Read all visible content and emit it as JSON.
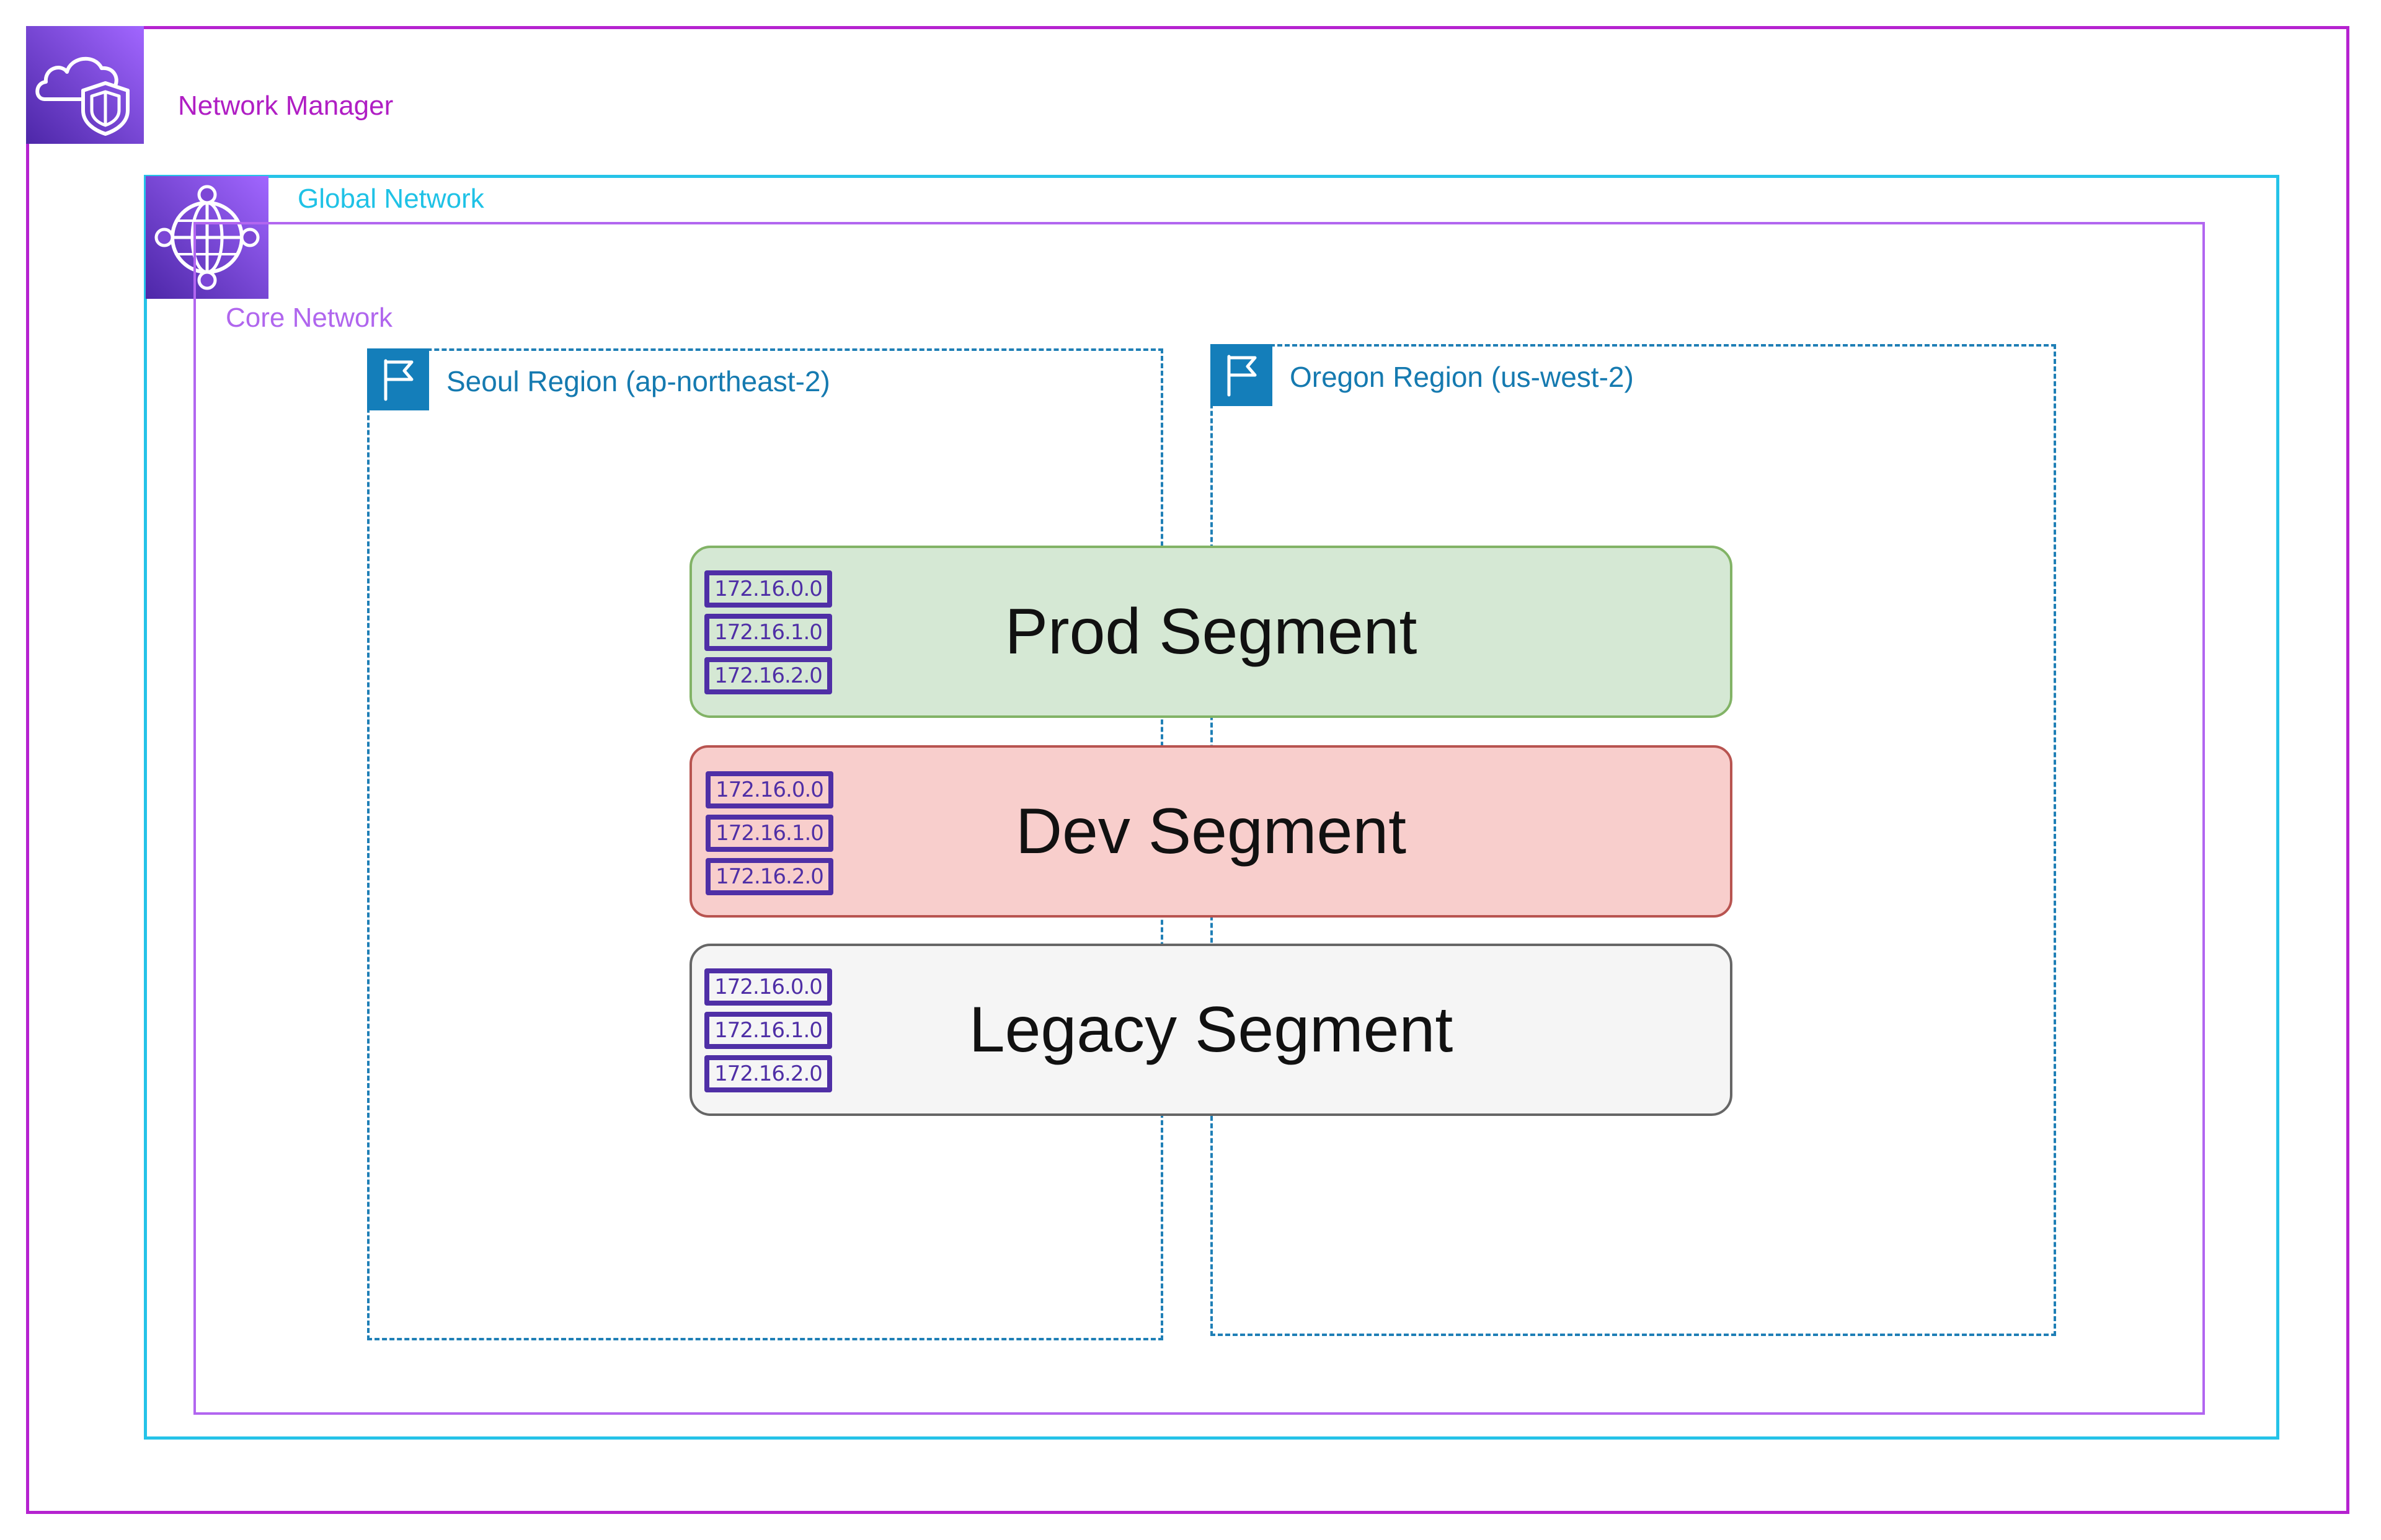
{
  "network_manager": {
    "label": "Network Manager",
    "icon": "cloud-shield-icon",
    "color": "#b522d0"
  },
  "global_network": {
    "label": "Global Network",
    "icon": "globe-network-icon",
    "color": "#25c3e8"
  },
  "core_network": {
    "label": "Core Network",
    "color": "#b266f0"
  },
  "regions": [
    {
      "label": "Seoul Region (ap-northeast-2)",
      "icon": "region-flag-icon"
    },
    {
      "label": "Oregon Region (us-west-2)",
      "icon": "region-flag-icon"
    }
  ],
  "segments": [
    {
      "title": "Prod Segment",
      "fill": "#d5e8d4",
      "stroke": "#82b366",
      "subnets": [
        "172.16.0.0",
        "172.16.1.0",
        "172.16.2.0"
      ]
    },
    {
      "title": "Dev Segment",
      "fill": "#f8cecc",
      "stroke": "#b85450",
      "subnets": [
        "172.16.0.0",
        "172.16.1.0",
        "172.16.2.0"
      ]
    },
    {
      "title": "Legacy Segment",
      "fill": "#f5f5f5",
      "stroke": "#666666",
      "subnets": [
        "172.16.0.0",
        "172.16.1.0",
        "172.16.2.0"
      ]
    }
  ]
}
